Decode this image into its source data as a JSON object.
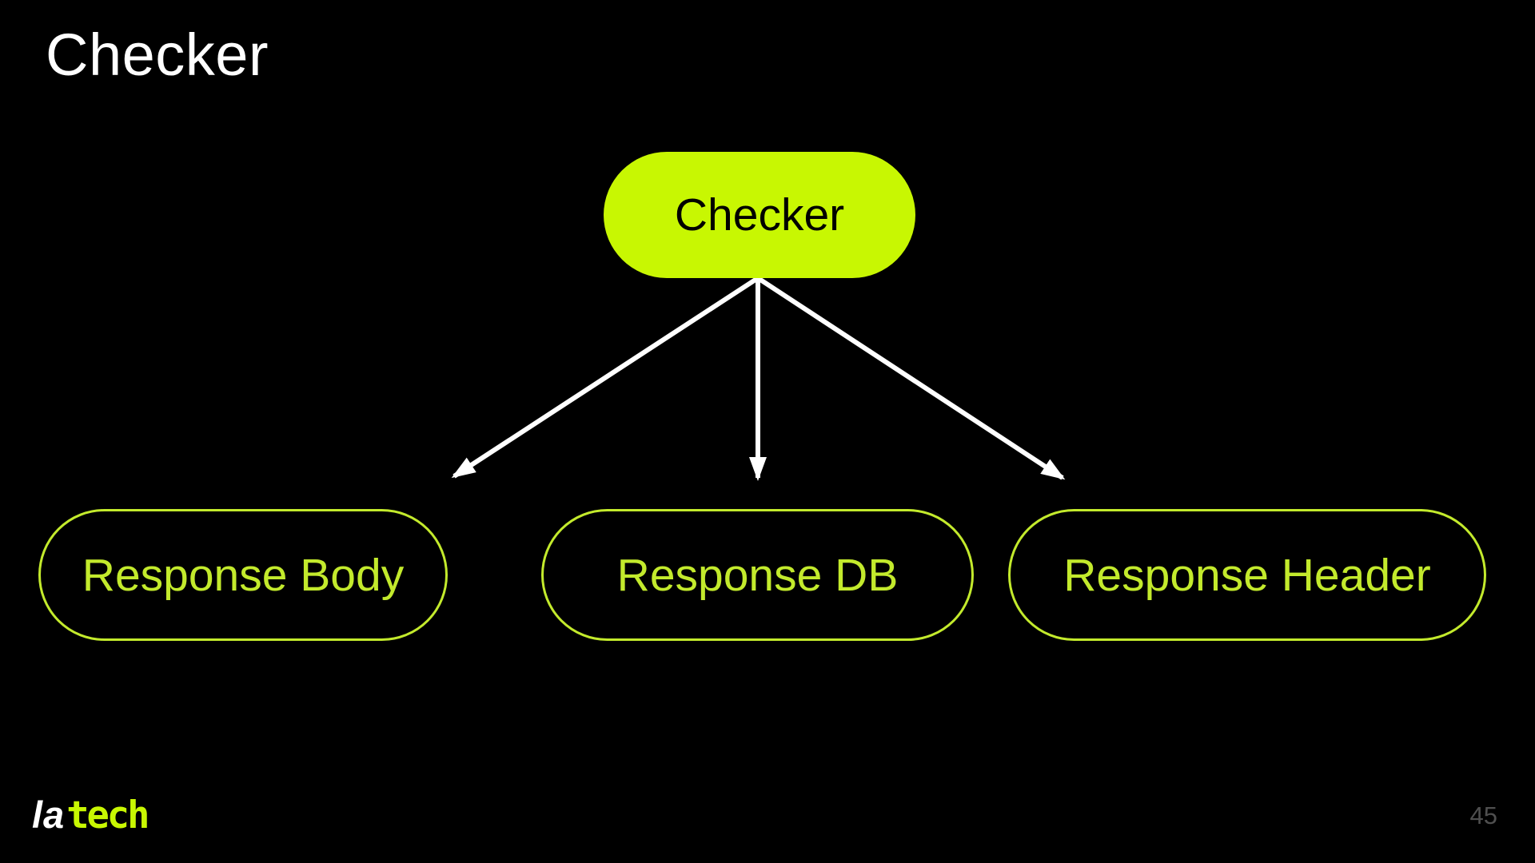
{
  "slide": {
    "title": "Checker",
    "page_number": "45"
  },
  "diagram": {
    "root": {
      "label": "Checker"
    },
    "children": [
      {
        "label": "Response Body"
      },
      {
        "label": "Response DB"
      },
      {
        "label": "Response Header"
      }
    ],
    "arrows": [
      {
        "from": "Checker",
        "to": "Response Body"
      },
      {
        "from": "Checker",
        "to": "Response DB"
      },
      {
        "from": "Checker",
        "to": "Response Header"
      }
    ]
  },
  "footer": {
    "logo": {
      "part1": "la",
      "part2": "tech"
    }
  },
  "colors": {
    "background": "#000000",
    "accent_green": "#c8f702",
    "outline_green": "#c3ea2c",
    "arrow": "#ffffff",
    "title_text": "#ffffff",
    "page_number": "#4f4f4f"
  }
}
